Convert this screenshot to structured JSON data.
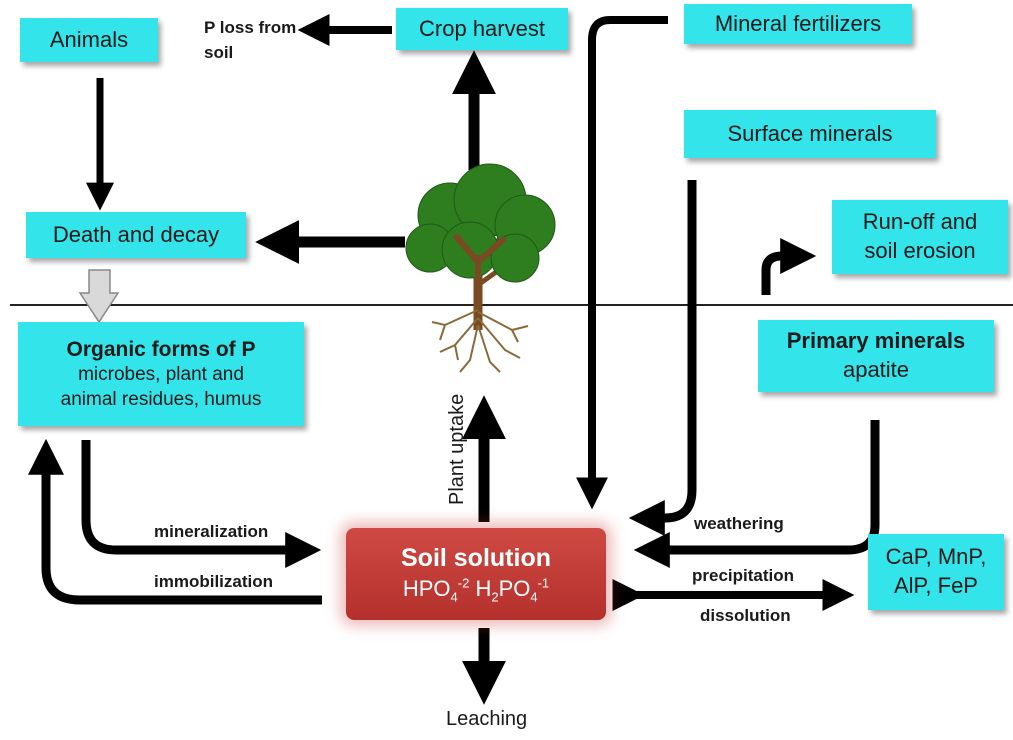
{
  "boxes": {
    "animals": "Animals",
    "crop_harvest": "Crop harvest",
    "mineral_fertilizers": "Mineral fertilizers",
    "surface_minerals": "Surface minerals",
    "death_decay": "Death and decay",
    "runoff_line1": "Run-off and",
    "runoff_line2": "soil erosion",
    "organic_title": "Organic forms of P",
    "organic_line2": "microbes, plant and",
    "organic_line3": "animal residues, humus",
    "primary_title": "Primary minerals",
    "primary_line2": "apatite",
    "precipitates_line1": "CaP, MnP,",
    "precipitates_line2": "AlP, FeP"
  },
  "soil_solution": {
    "title": "Soil solution",
    "ion1": "HPO",
    "ion1_sub": "4",
    "ion1_sup": "-2",
    "ion2": "H",
    "ion2_sub1": "2",
    "ion2_mid": "PO",
    "ion2_sub2": "4",
    "ion2_sup": "-1"
  },
  "labels": {
    "p_loss_line1": "P loss from",
    "p_loss_line2": "soil",
    "plant_uptake": "Plant uptake",
    "leaching": "Leaching",
    "mineralization": "mineralization",
    "immobilization": "immobilization",
    "weathering": "weathering",
    "precipitation": "precipitation",
    "dissolution": "dissolution"
  },
  "colors": {
    "box_fill": "#33e5ea",
    "soil_solution_fill": "#c43d37",
    "arrow": "#000000",
    "tree_canopy": "#2e7d1f",
    "tree_trunk": "#7a4a22"
  }
}
